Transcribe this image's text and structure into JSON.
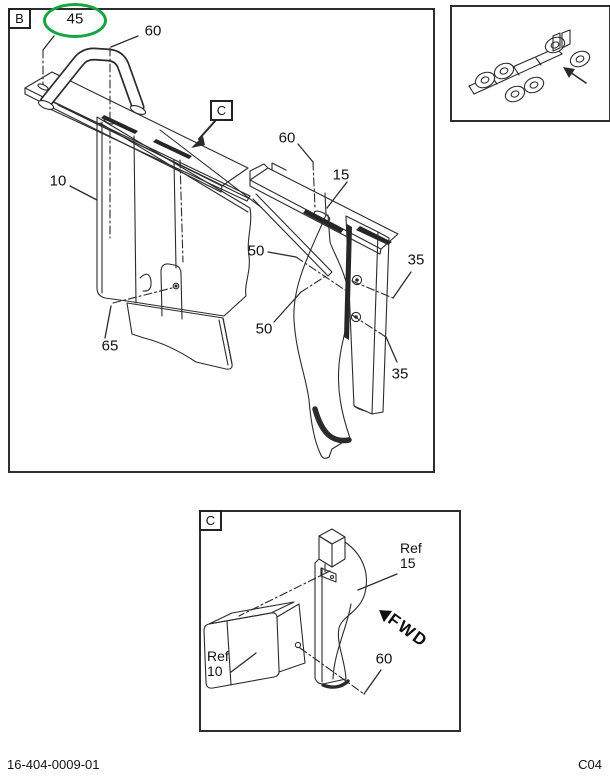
{
  "document": {
    "footer_left": "16-404-0009-01",
    "footer_right": "C04"
  },
  "colors": {
    "highlight_green": "#18a442",
    "line_color": "#2b2b2b"
  },
  "panel_b": {
    "tag": "B",
    "callout_45": "45",
    "callout_60_top": "60",
    "callout_10": "10",
    "callout_65": "65",
    "detail_marker_c": "C",
    "callout_60_mid": "60",
    "callout_15": "15",
    "callout_50_upper": "50",
    "callout_50_lower": "50",
    "callout_35_upper": "35",
    "callout_35_lower": "35"
  },
  "panel_c": {
    "tag": "C",
    "ref_15": {
      "prefix": "Ref",
      "number": "15"
    },
    "ref_10": {
      "prefix": "Ref",
      "number": "10"
    },
    "callout_60": "60",
    "fwd": "FWD"
  }
}
